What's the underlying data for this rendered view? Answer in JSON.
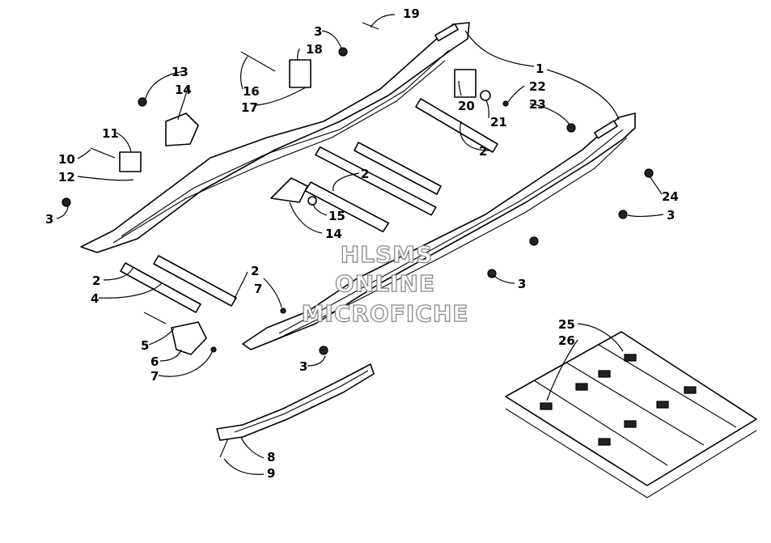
{
  "watermark": {
    "line1": "HLSMS",
    "line2": "ONLINE",
    "line3": "MICROFICHE"
  },
  "callouts": [
    {
      "id": "c1",
      "text": "1"
    },
    {
      "id": "c2a",
      "text": "2"
    },
    {
      "id": "c2b",
      "text": "2"
    },
    {
      "id": "c2c",
      "text": "2"
    },
    {
      "id": "c2d",
      "text": "2"
    },
    {
      "id": "c3a",
      "text": "3"
    },
    {
      "id": "c3b",
      "text": "3"
    },
    {
      "id": "c3c",
      "text": "3"
    },
    {
      "id": "c3d",
      "text": "3"
    },
    {
      "id": "c3e",
      "text": "3"
    },
    {
      "id": "c4",
      "text": "4"
    },
    {
      "id": "c5",
      "text": "5"
    },
    {
      "id": "c6",
      "text": "6"
    },
    {
      "id": "c7a",
      "text": "7"
    },
    {
      "id": "c7b",
      "text": "7"
    },
    {
      "id": "c8",
      "text": "8"
    },
    {
      "id": "c9",
      "text": "9"
    },
    {
      "id": "c10",
      "text": "10"
    },
    {
      "id": "c11",
      "text": "11"
    },
    {
      "id": "c12",
      "text": "12"
    },
    {
      "id": "c13",
      "text": "13"
    },
    {
      "id": "c14a",
      "text": "14"
    },
    {
      "id": "c14b",
      "text": "14"
    },
    {
      "id": "c15",
      "text": "15"
    },
    {
      "id": "c16",
      "text": "16"
    },
    {
      "id": "c17",
      "text": "17"
    },
    {
      "id": "c18",
      "text": "18"
    },
    {
      "id": "c19",
      "text": "19"
    },
    {
      "id": "c20",
      "text": "20"
    },
    {
      "id": "c21",
      "text": "21"
    },
    {
      "id": "c22",
      "text": "22"
    },
    {
      "id": "c23",
      "text": "23"
    },
    {
      "id": "c24",
      "text": "24"
    },
    {
      "id": "c25",
      "text": "25"
    },
    {
      "id": "c26",
      "text": "26"
    }
  ]
}
